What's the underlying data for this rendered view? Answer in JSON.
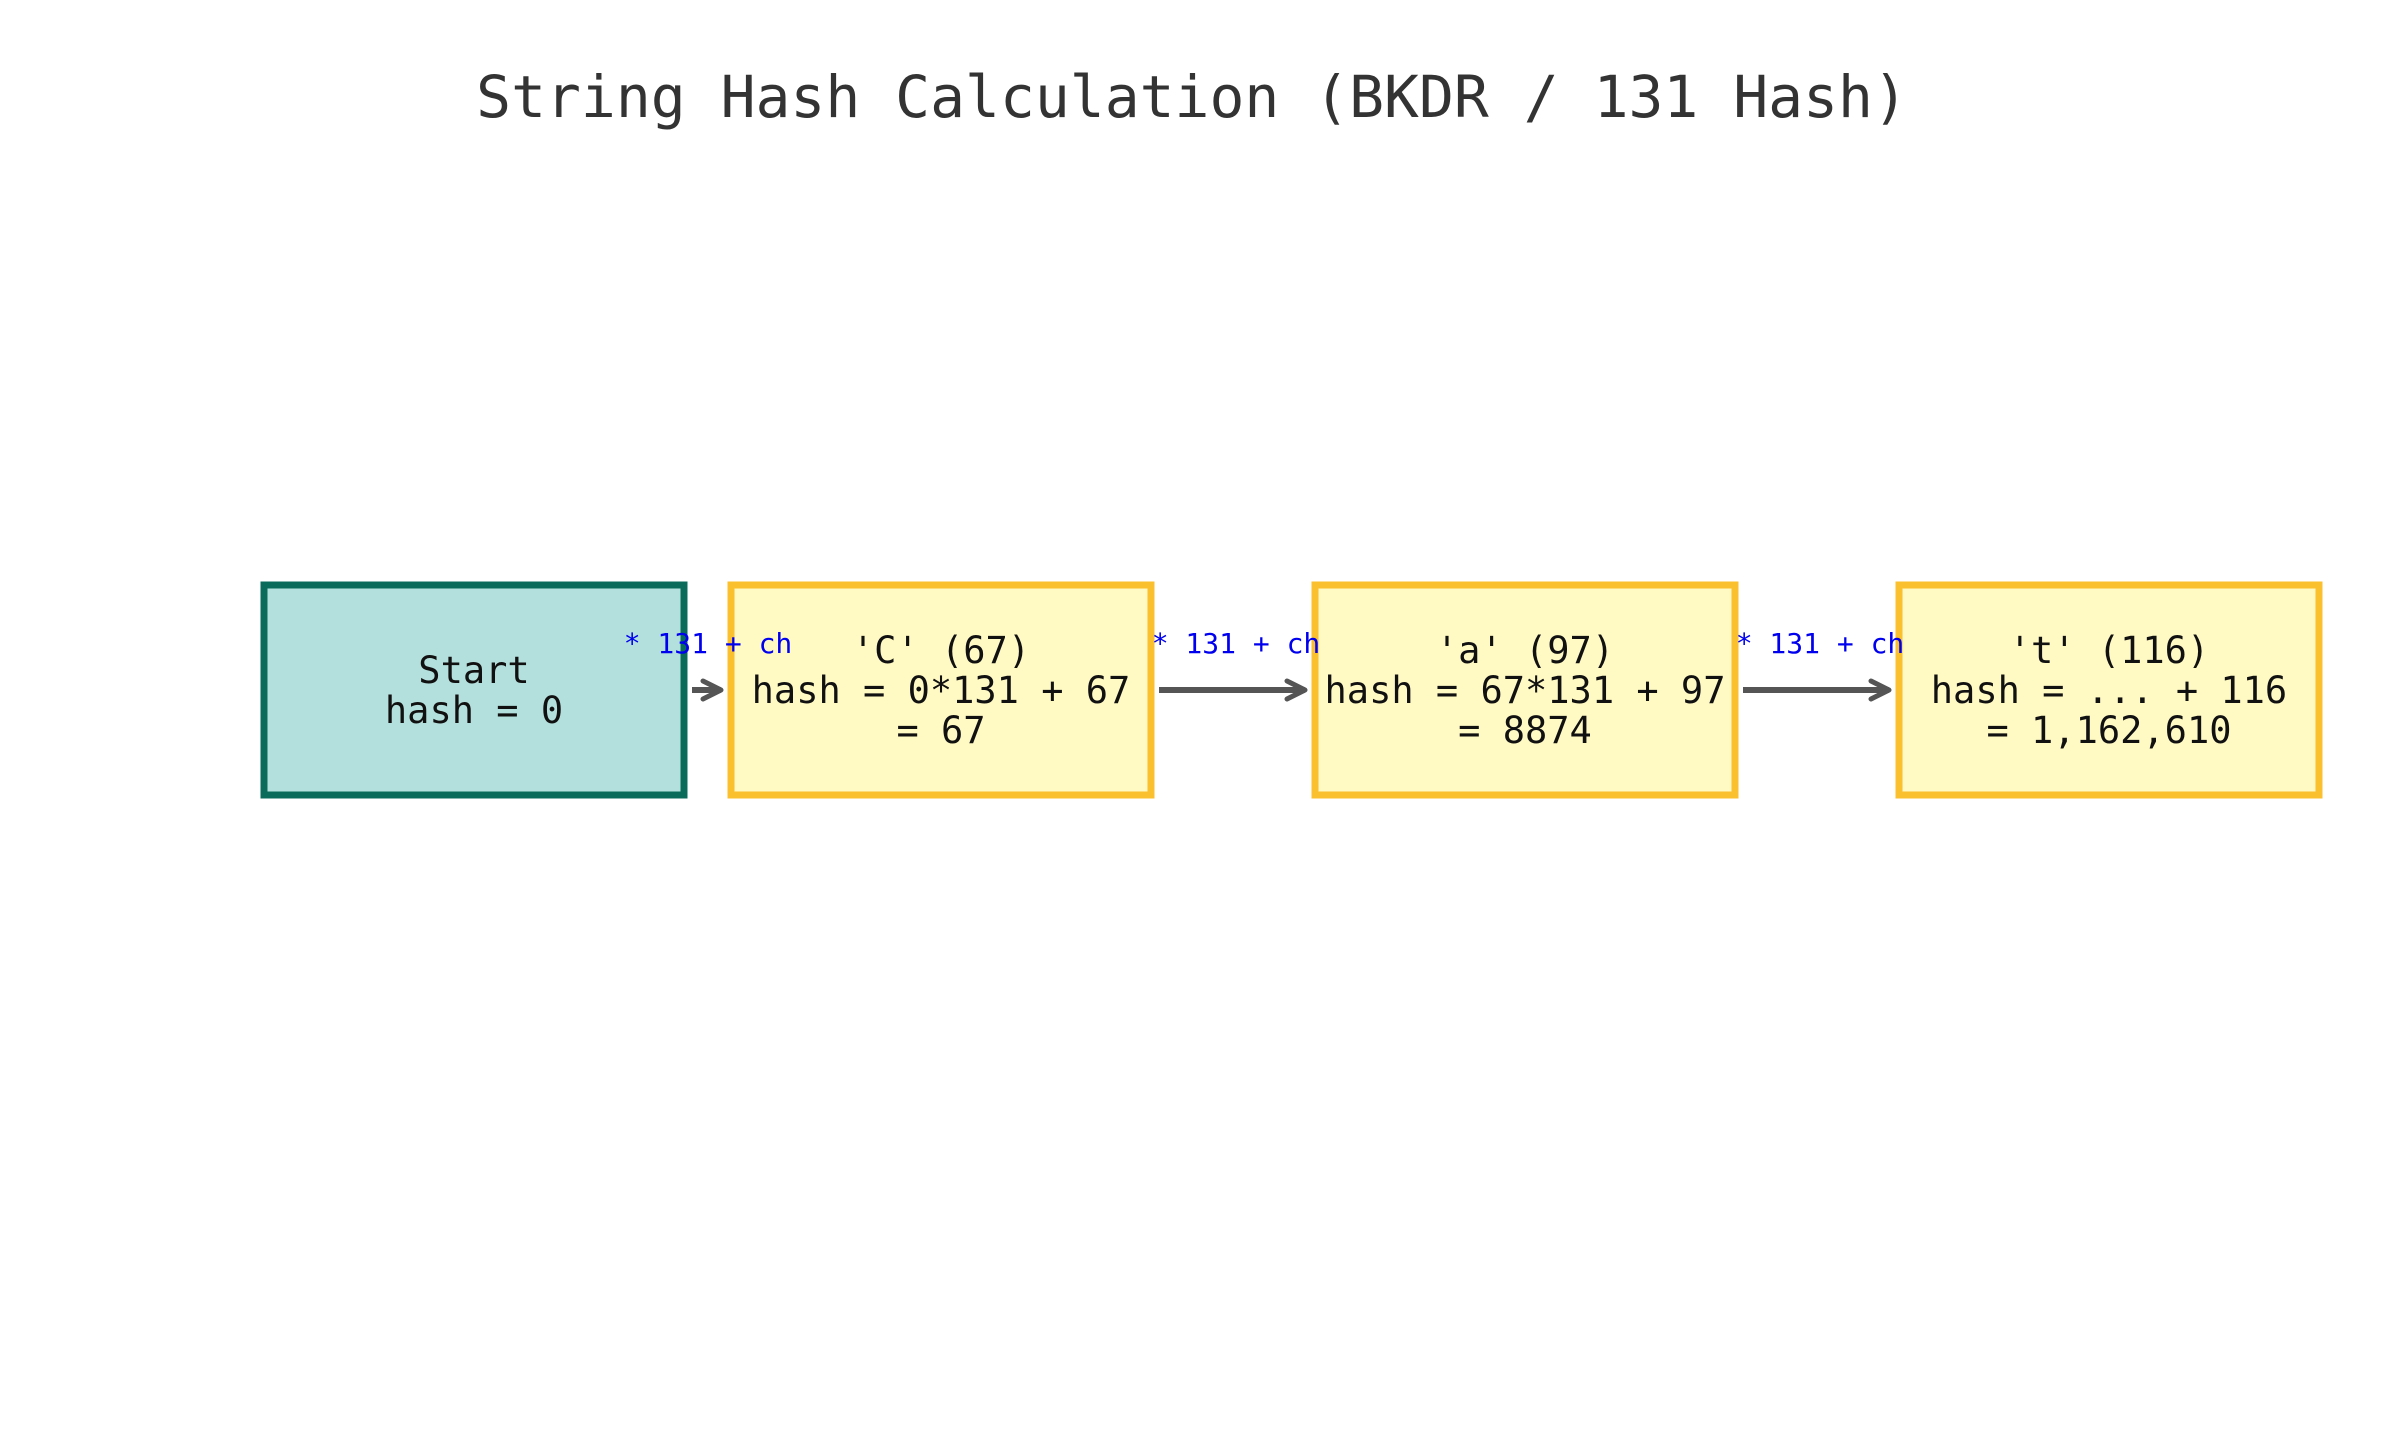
{
  "title": "String Hash Calculation (BKDR / 131 Hash)",
  "colors": {
    "start_fill": "#b3e0dc",
    "start_border": "#0b6b5a",
    "step_fill": "#fff9c4",
    "step_border": "#fbc02d",
    "arrow": "#555555",
    "edge_label": "#0000ee",
    "title": "#333333"
  },
  "nodes": [
    {
      "id": "start",
      "kind": "start",
      "lines": [
        "Start",
        "hash = 0"
      ]
    },
    {
      "id": "char-c",
      "kind": "step",
      "lines": [
        "'C' (67)",
        "hash = 0*131 + 67",
        "= 67"
      ]
    },
    {
      "id": "char-a",
      "kind": "step",
      "lines": [
        "'a' (97)",
        "hash = 67*131 + 97",
        "= 8874"
      ]
    },
    {
      "id": "char-t",
      "kind": "step",
      "lines": [
        "'t' (116)",
        "hash = ... + 116",
        "= 1,162,610"
      ]
    }
  ],
  "edges": [
    {
      "from": "start",
      "to": "char-c",
      "label": "* 131 + ch"
    },
    {
      "from": "char-c",
      "to": "char-a",
      "label": "* 131 + ch"
    },
    {
      "from": "char-a",
      "to": "char-t",
      "label": "* 131 + ch"
    }
  ]
}
